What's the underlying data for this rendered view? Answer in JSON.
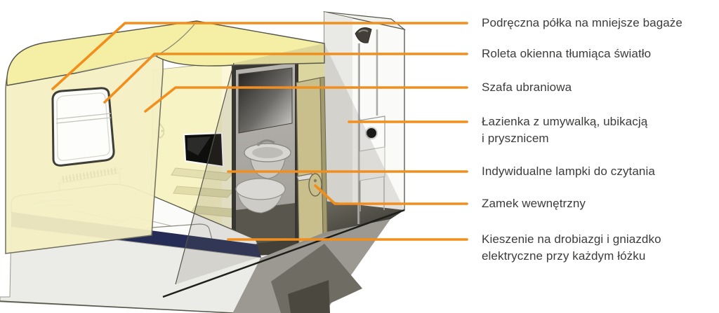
{
  "figure": {
    "accent_color": "#F28E1C",
    "text_color": "#3C3C3B",
    "wall_color": "#F4EFC2",
    "roof_color": "#F5EFA6",
    "interior_wall_color": "#F8F3C4",
    "door_color": "#DCD298",
    "bed_base_color": "#252C55",
    "shower_wall_color": "#FAFAF8"
  },
  "labels": [
    {
      "id": "luggage-shelf",
      "text": "Podręczna półka na mniejsze bagaże"
    },
    {
      "id": "window-blind",
      "text": "Roleta okienna tłumiąca światło"
    },
    {
      "id": "wardrobe",
      "text": "Szafa ubraniowa"
    },
    {
      "id": "bathroom",
      "text": "Łazienka z umywalką, ubikacją\ni prysznicem"
    },
    {
      "id": "reading-lamps",
      "text": "Indywidualne lampki do czytania"
    },
    {
      "id": "inner-lock",
      "text": "Zamek wewnętrzny"
    },
    {
      "id": "pockets-socket",
      "text": "Kieszenie na drobiazgi i gniazdko\nelektryczne przy każdym łóżku"
    }
  ]
}
